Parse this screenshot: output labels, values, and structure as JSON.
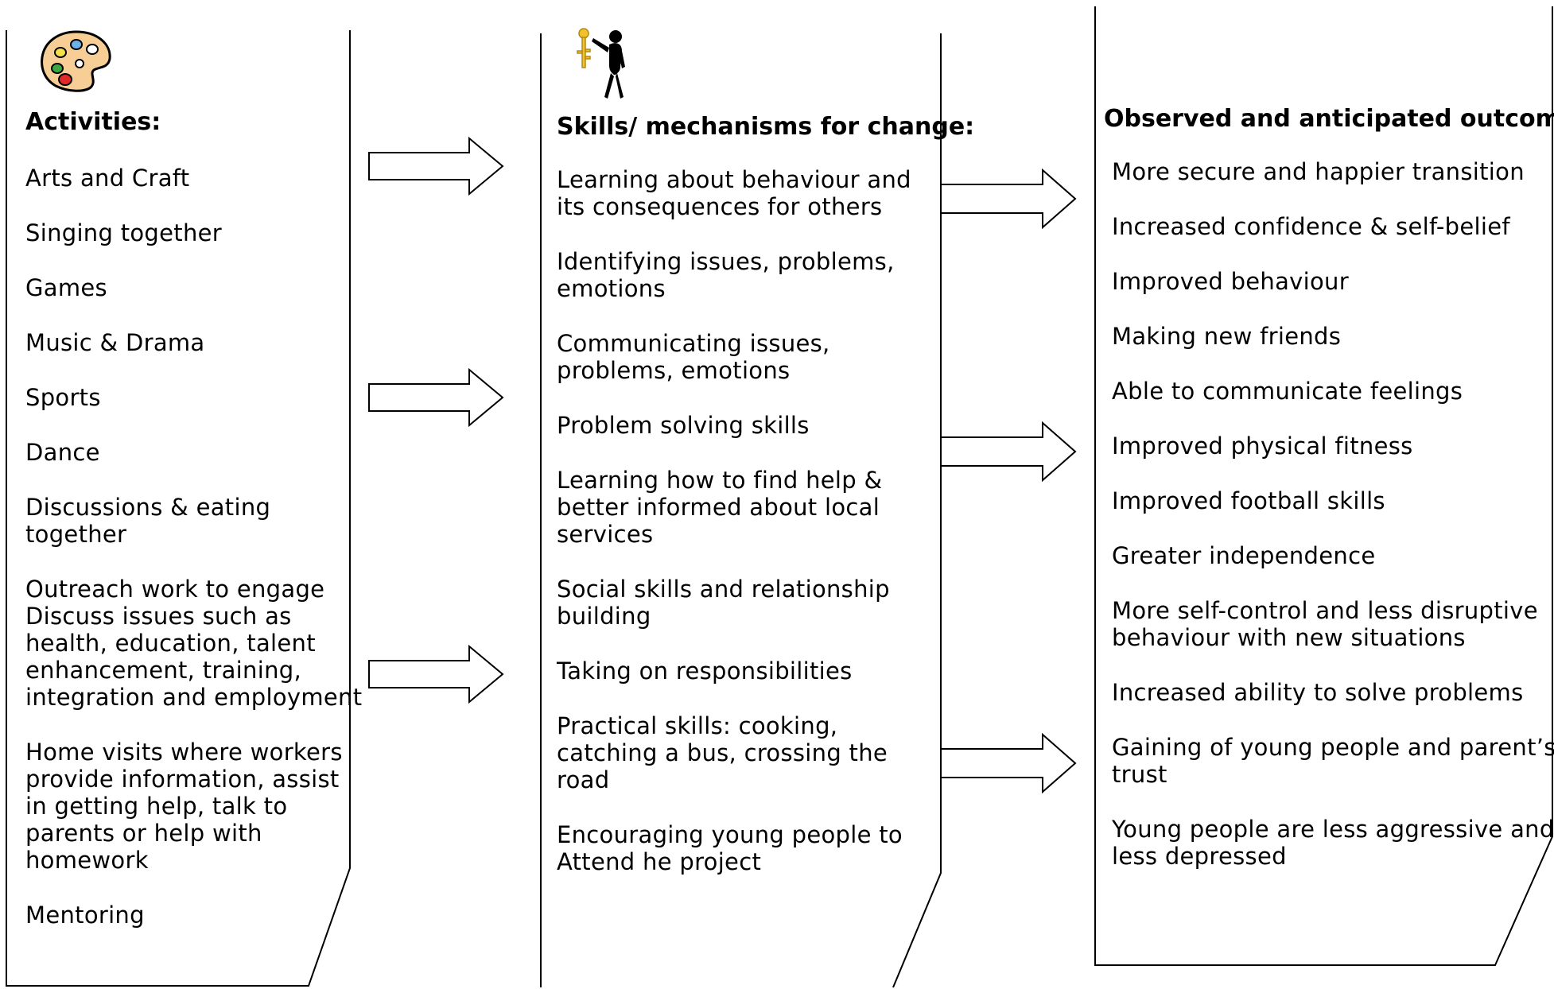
{
  "columns": {
    "activities": {
      "icon": "paint-palette-icon",
      "title": "Activities:",
      "items": [
        "Arts and Craft",
        "Singing together",
        "Games",
        "Music & Drama",
        "Sports",
        "Dance",
        [
          "Discussions & eating",
          "together"
        ],
        [
          "Outreach work to engage",
          "Discuss issues such as",
          "health, education, talent",
          "enhancement, training,",
          "integration and employment"
        ],
        [
          "Home visits where workers",
          "provide information, assist",
          "in getting help, talk to",
          "parents or help with",
          "homework"
        ],
        "Mentoring"
      ]
    },
    "mechanisms": {
      "icon": "figure-holding-key-icon",
      "title": "Skills/ mechanisms for change:",
      "items": [
        [
          "Learning about behaviour and",
          "its consequences for others"
        ],
        [
          "Identifying issues, problems,",
          "emotions"
        ],
        [
          "Communicating issues,",
          "problems, emotions"
        ],
        "Problem solving skills",
        [
          "Learning how to find help &",
          "better informed about local",
          "services"
        ],
        [
          "Social skills and relationship",
          "building"
        ],
        "Taking on responsibilities",
        [
          "Practical skills: cooking,",
          "catching a bus, crossing the",
          "road"
        ],
        [
          "Encouraging young people to",
          "Attend he project"
        ]
      ]
    },
    "outcomes": {
      "title": "Observed and anticipated outcomes",
      "items": [
        "More secure and happier transition",
        "Increased confidence & self-belief",
        "Improved behaviour",
        "Making new friends",
        "Able to communicate feelings",
        "Improved physical fitness",
        "Improved football skills",
        "Greater independence",
        [
          "More self-control and less disruptive",
          "behaviour with new situations"
        ],
        "Increased ability to solve problems",
        [
          "Gaining of young people and parent’s",
          "trust"
        ],
        [
          "Young people are less aggressive and",
          "less depressed"
        ]
      ]
    }
  },
  "arrows": [
    "right-arrow-icon",
    "right-arrow-icon",
    "right-arrow-icon",
    "right-arrow-icon",
    "right-arrow-icon",
    "right-arrow-icon"
  ],
  "colors": {
    "stroke": "#000000",
    "background": "#ffffff",
    "key": "#f2c12e",
    "palette": "#f7cf96"
  }
}
